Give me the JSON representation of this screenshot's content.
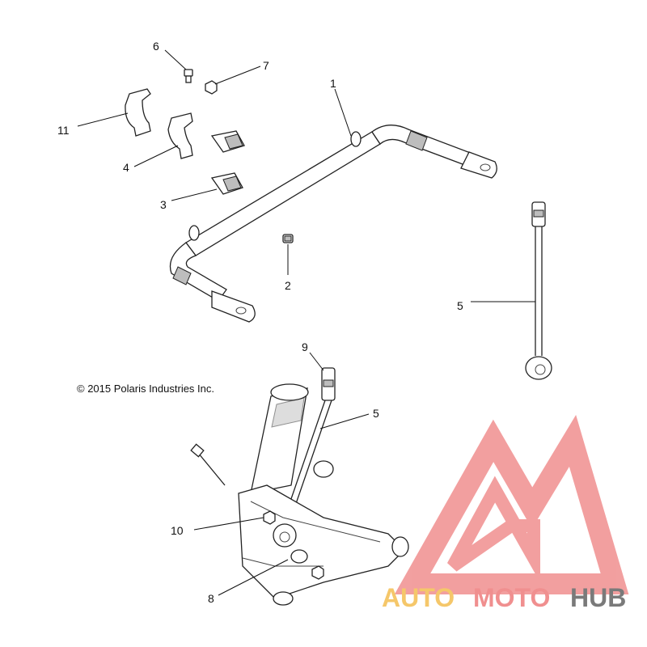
{
  "copyright": "© 2015 Polaris Industries Inc.",
  "callouts": {
    "c1": "1",
    "c2": "2",
    "c3": "3",
    "c4": "4",
    "c5a": "5",
    "c5b": "5",
    "c6": "6",
    "c7": "7",
    "c8": "8",
    "c9": "9",
    "c10": "10",
    "c11": "11"
  },
  "watermark": {
    "auto": "AUTO",
    "moto": "MOTO",
    "hub": "HUB",
    "colors": {
      "auto": "#f5c76a",
      "moto": "#f08f8f",
      "hub": "#7a7a7a",
      "logo": "#f08f8f"
    }
  }
}
